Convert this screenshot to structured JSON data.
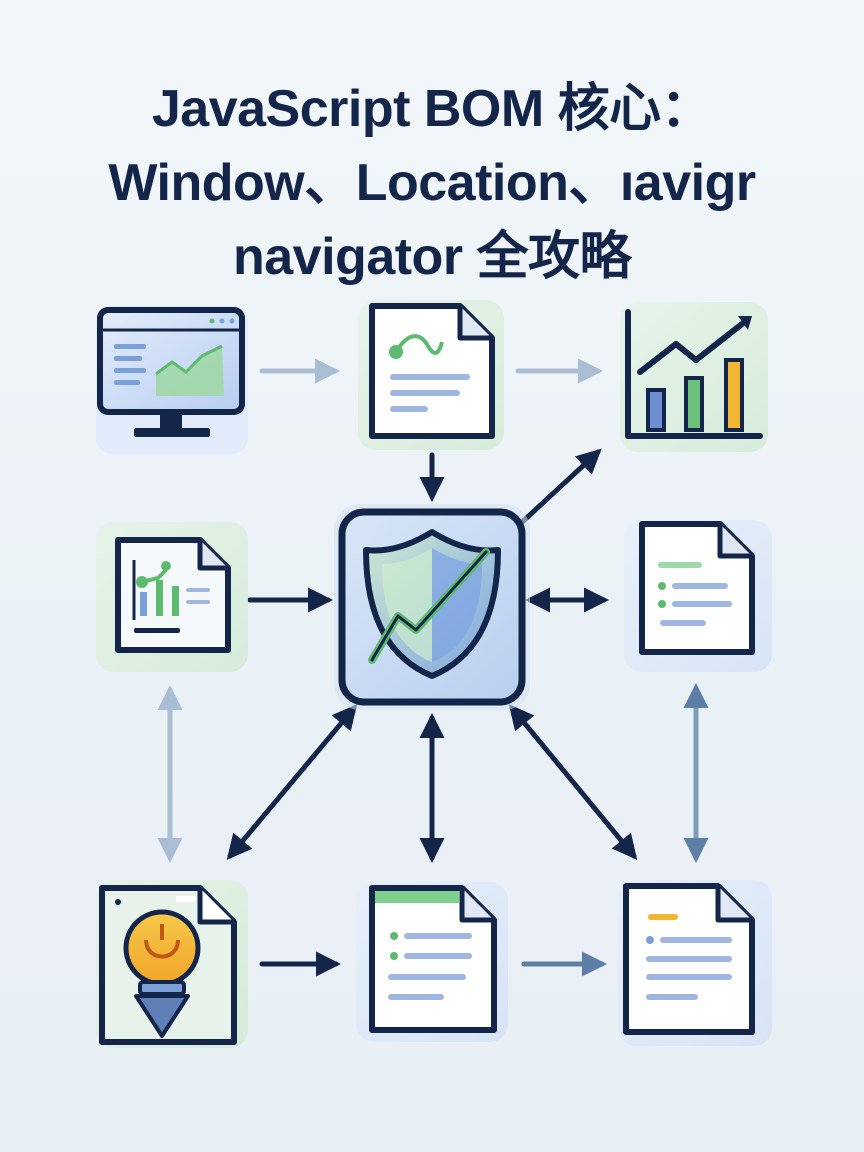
{
  "title": {
    "line1": "JavaScript BOM 核心：",
    "line2": "Window、Location、ıavigr",
    "line3": "navigator 全攻略"
  },
  "colors": {
    "navy": "#13264a",
    "green": "#5dbb6f",
    "blue": "#7b9fd8",
    "orange": "#f2b632",
    "faded_arrow": "#a9bed3"
  },
  "icons": [
    "monitor-chart-icon",
    "document-chart-icon",
    "bar-chart-trend-icon",
    "document-graph-icon",
    "shield-check-icon",
    "document-list-icon",
    "lightbulb-document-icon",
    "document-list-icon",
    "document-list-icon"
  ]
}
